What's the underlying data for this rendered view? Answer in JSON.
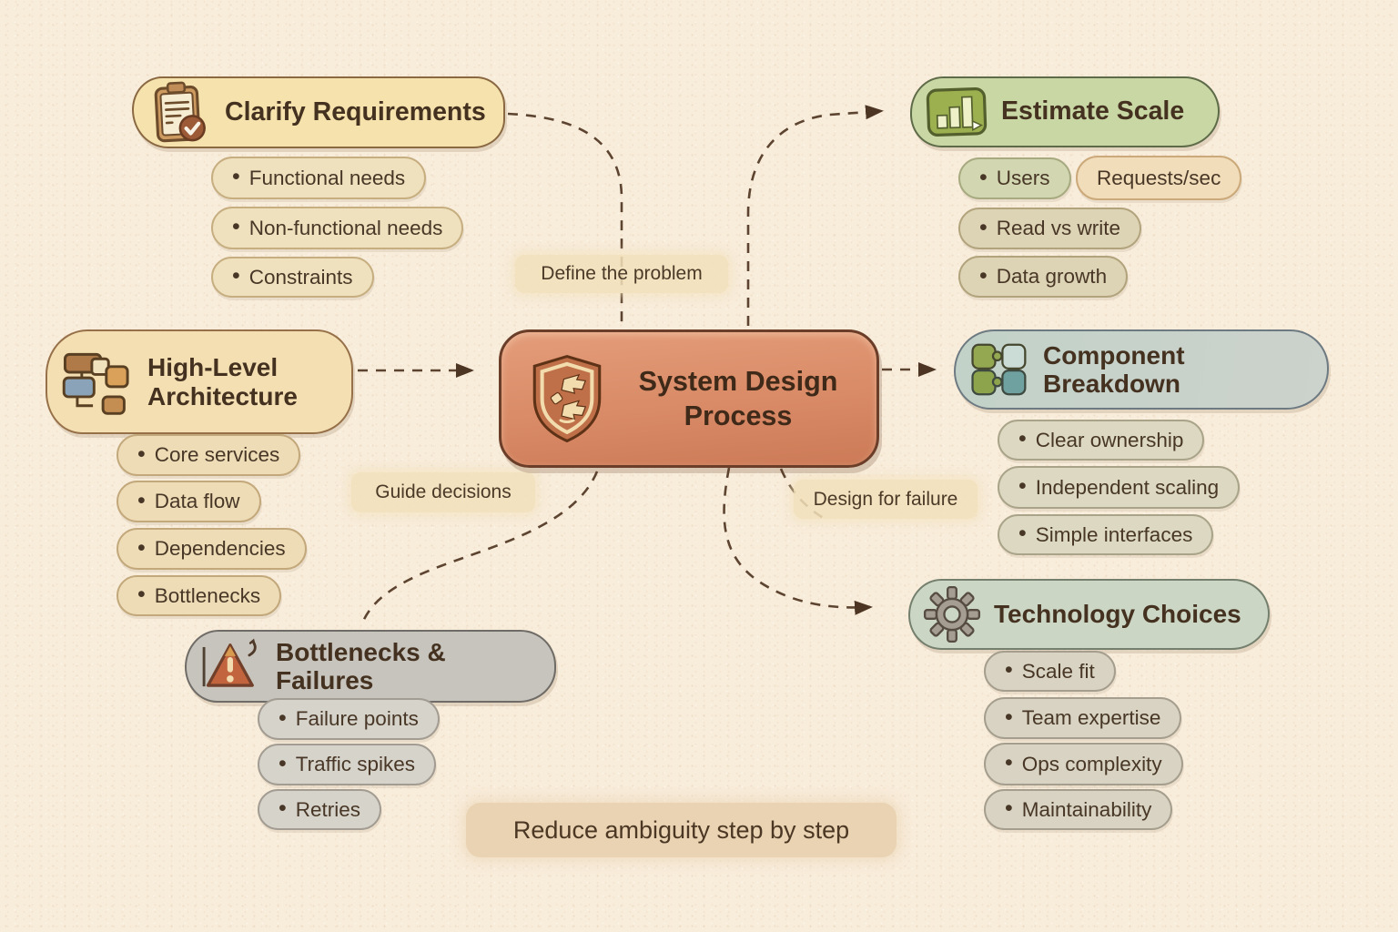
{
  "diagram": {
    "center": {
      "title": "System Design Process",
      "icon": "shield-process-icon"
    },
    "nodes": {
      "clarify": {
        "title": "Clarify Requirements",
        "icon": "clipboard-check-icon",
        "bullets": [
          "Functional needs",
          "Non-functional needs",
          "Constraints"
        ]
      },
      "estimate": {
        "title": "Estimate Scale",
        "icon": "bar-chart-icon",
        "bullets": [
          "Users",
          "Requests/sec",
          "Read vs write",
          "Data growth"
        ]
      },
      "architecture": {
        "title": "High-Level Architecture",
        "icon": "flowchart-icon",
        "bullets": [
          "Core services",
          "Data flow",
          "Dependencies",
          "Bottlenecks"
        ]
      },
      "component": {
        "title": "Component Breakdown",
        "icon": "puzzle-icon",
        "bullets": [
          "Clear ownership",
          "Independent scaling",
          "Simple interfaces"
        ]
      },
      "bottlenecks": {
        "title": "Bottlenecks & Failures",
        "icon": "warning-icon",
        "bullets": [
          "Failure points",
          "Traffic spikes",
          "Retries"
        ]
      },
      "technology": {
        "title": "Technology Choices",
        "icon": "gear-icon",
        "bullets": [
          "Scale fit",
          "Team expertise",
          "Ops complexity",
          "Maintainability"
        ]
      }
    },
    "edge_labels": {
      "define": "Define the problem",
      "guide": "Guide decisions",
      "failure": "Design for failure"
    },
    "footer": "Reduce ambiguity step by step",
    "colors": {
      "background": "#f8ecda",
      "center_fill": "#d98a66",
      "clarify_fill": "#f6e2ac",
      "estimate_fill": "#c8d7a4",
      "architecture_fill": "#f4dfb2",
      "component_fill": "#c6d2c7",
      "bottlenecks_fill": "#c6c4bc",
      "technology_fill": "#ccd6c5",
      "connector": "#5c4430"
    }
  }
}
